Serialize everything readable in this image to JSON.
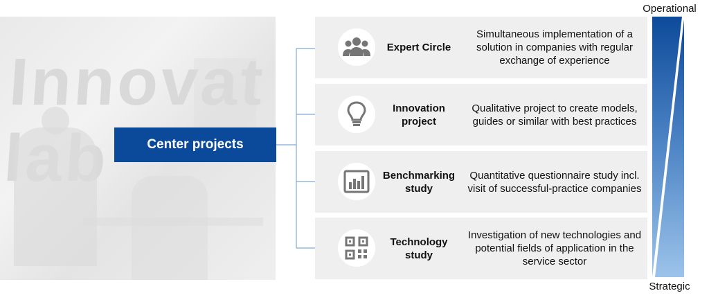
{
  "center": {
    "label": "Center projects"
  },
  "scale": {
    "top": "Operational",
    "bottom": "Strategic"
  },
  "photo": {
    "watermark": "Innovat lab"
  },
  "rows": [
    {
      "icon": "group-icon",
      "title": "Expert Circle",
      "description": "Simultaneous implementation of a solution in companies with regular exchange of experience"
    },
    {
      "icon": "lightbulb-icon",
      "title": "Innovation project",
      "description": "Qualitative project to create models, guides or similar with best practices"
    },
    {
      "icon": "bar-chart-icon",
      "title": "Benchmarking study",
      "description": "Quantitative questionnaire study incl. visit of successful-practice companies"
    },
    {
      "icon": "qr-code-icon",
      "title": "Technology study",
      "description": "Investigation of new technologies and potential fields of application in the service sector"
    }
  ],
  "colors": {
    "accent": "#0b4a9b",
    "icon": "#767676",
    "row_bg": "#efefef",
    "connector": "#7fa9d6"
  }
}
